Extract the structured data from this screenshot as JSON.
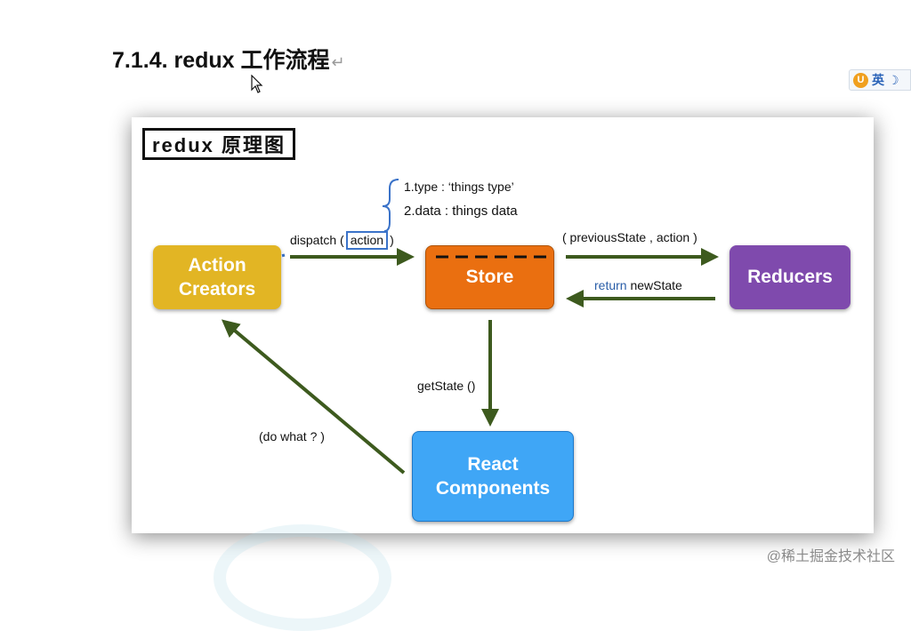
{
  "page": {
    "heading": "7.1.4. redux 工作流程",
    "return_mark": "↵",
    "watermark": "@稀土掘金技术社区"
  },
  "ime_indicator": {
    "logo": "U",
    "language": "英",
    "mode": "☽"
  },
  "diagram": {
    "title": "redux 原理图",
    "nodes": {
      "action_creators": [
        "Action",
        "Creators"
      ],
      "store": "Store",
      "reducers": "Reducers",
      "react_components": [
        "React",
        "Components"
      ]
    },
    "edges": {
      "dispatch_prefix": "dispatch (",
      "dispatch_action": "action",
      "dispatch_suffix": ")",
      "previous_state": "( previousState , action )",
      "return_keyword": "return",
      "return_value": "newState",
      "get_state": "getState ()",
      "do_what": "(do what ? )"
    },
    "action_fields": {
      "type": "1.type : ‘things type’",
      "data": "2.data :  things data"
    }
  }
}
